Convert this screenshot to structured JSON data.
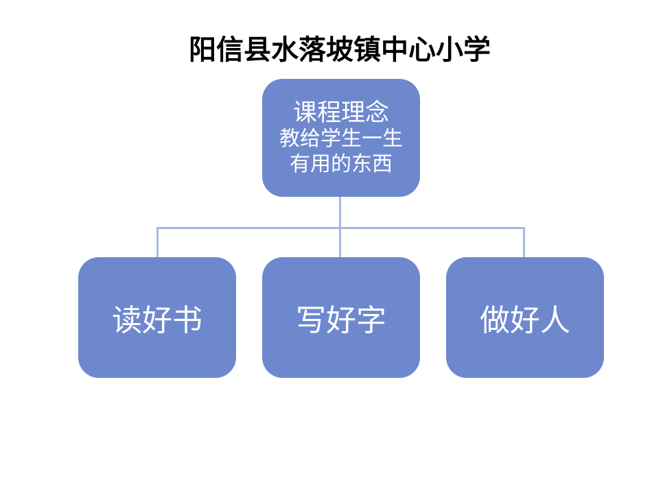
{
  "slide": {
    "title": "阳信县水落坡镇中心小学"
  },
  "diagram": {
    "type": "hierarchy",
    "root": {
      "heading": "课程理念",
      "line2": "教给学生一生",
      "line3": "有用的东西"
    },
    "children": [
      {
        "label": "读好书"
      },
      {
        "label": "写好字"
      },
      {
        "label": "做好人"
      }
    ]
  },
  "colors": {
    "node_fill": "#6E88CE",
    "connector": "#A8B7E2",
    "node_text": "#FFFFFF",
    "title_text": "#000000",
    "background": "#FFFFFF"
  }
}
